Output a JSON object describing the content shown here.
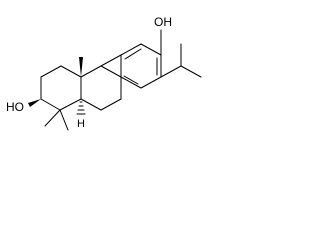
{
  "molecule": {
    "labels": {
      "phenol_oh": "OH",
      "ring_oh": "HO",
      "ring_junction_h": "H"
    },
    "colors": {
      "bond": "#000000",
      "background": "#ffffff"
    }
  }
}
